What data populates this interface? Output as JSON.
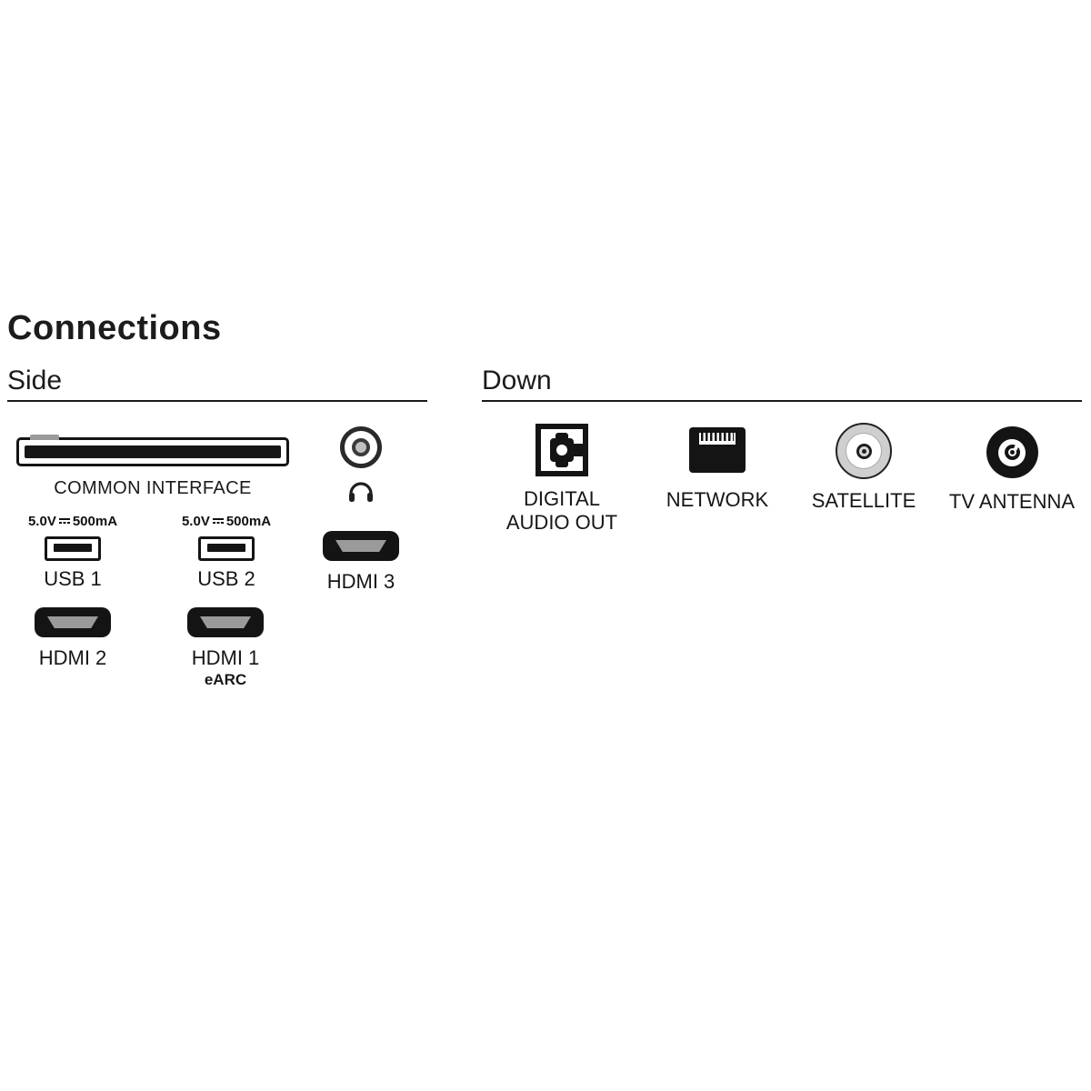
{
  "title": "Connections",
  "sections": {
    "side": "Side",
    "down": "Down"
  },
  "side": {
    "common_interface": {
      "icon": "common-interface-slot-icon",
      "label": "COMMON INTERFACE"
    },
    "headphone": {
      "icon": "headphone-jack-icon",
      "glyph_icon": "headphones-icon"
    },
    "usb1": {
      "icon": "usb-port-icon",
      "power_voltage": "5.0V",
      "power_current": "500mA",
      "label": "USB 1"
    },
    "usb2": {
      "icon": "usb-port-icon",
      "power_voltage": "5.0V",
      "power_current": "500mA",
      "label": "USB 2"
    },
    "hdmi3": {
      "icon": "hdmi-port-icon",
      "label": "HDMI 3"
    },
    "hdmi2": {
      "icon": "hdmi-port-icon",
      "label": "HDMI 2"
    },
    "hdmi1": {
      "icon": "hdmi-port-icon",
      "label": "HDMI 1",
      "sublabel": "eARC"
    }
  },
  "down": {
    "digital_audio_out": {
      "icon": "digital-audio-out-icon",
      "label_line1": "DIGITAL",
      "label_line2": "AUDIO OUT"
    },
    "network": {
      "icon": "network-port-icon",
      "label": "NETWORK"
    },
    "satellite": {
      "icon": "satellite-connector-icon",
      "label": "SATELLITE"
    },
    "tv_antenna": {
      "icon": "tv-antenna-connector-icon",
      "label": "TV ANTENNA"
    }
  },
  "colors": {
    "ink": "#1a1a1a",
    "metal_gray": "#cfcfcf",
    "background": "#ffffff"
  }
}
